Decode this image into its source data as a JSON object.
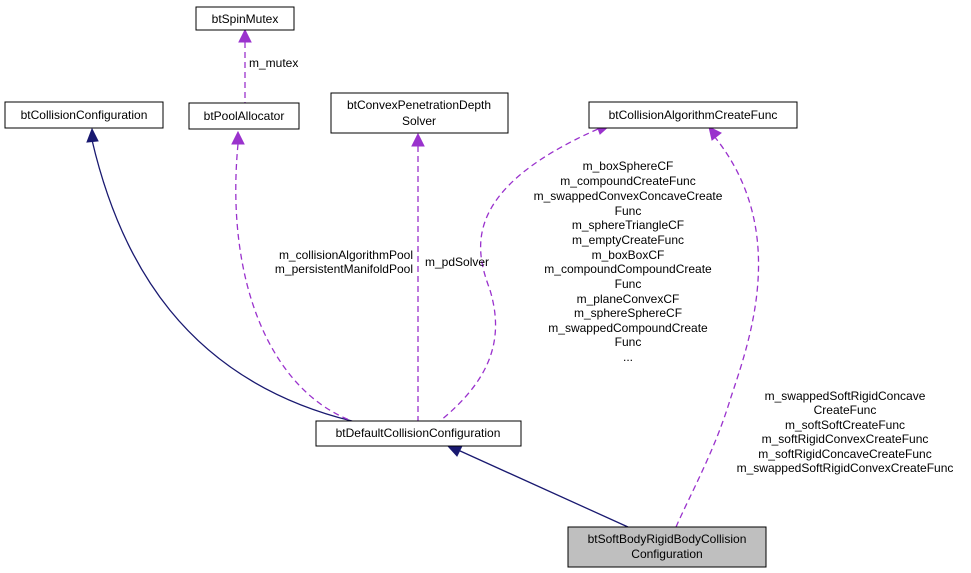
{
  "nodes": {
    "spin_mutex": "btSpinMutex",
    "collision_configuration": "btCollisionConfiguration",
    "pool_allocator": "btPoolAllocator",
    "convex_penetration_solver": [
      "btConvexPenetrationDepth",
      "Solver"
    ],
    "algorithm_create_func": "btCollisionAlgorithmCreateFunc",
    "default_collision_configuration": "btDefaultCollisionConfiguration",
    "soft_rigid_configuration": [
      "btSoftBodyRigidBodyCollision",
      "Configuration"
    ]
  },
  "edge_labels": {
    "mutex": [
      "m_mutex"
    ],
    "pools": [
      "m_collisionAlgorithmPool",
      "m_persistentManifoldPool"
    ],
    "pd_solver": [
      "m_pdSolver"
    ],
    "create_funcs": [
      "m_boxSphereCF",
      "m_compoundCreateFunc",
      "m_swappedConvexConcaveCreate",
      "Func",
      "m_sphereTriangleCF",
      "m_emptyCreateFunc",
      "m_boxBoxCF",
      "m_compoundCompoundCreate",
      "Func",
      "m_planeConvexCF",
      "m_sphereSphereCF",
      "m_swappedCompoundCreate",
      "Func",
      "..."
    ],
    "soft_create_funcs": [
      "m_swappedSoftRigidConcave",
      "CreateFunc",
      "m_softSoftCreateFunc",
      "m_softRigidConvexCreateFunc",
      "m_softRigidConcaveCreateFunc",
      "m_swappedSoftRigidConvexCreateFunc"
    ]
  },
  "colors": {
    "inheritance": "#191970",
    "usage": "#9a32cd",
    "highlight_fill": "#bfbfbf"
  }
}
